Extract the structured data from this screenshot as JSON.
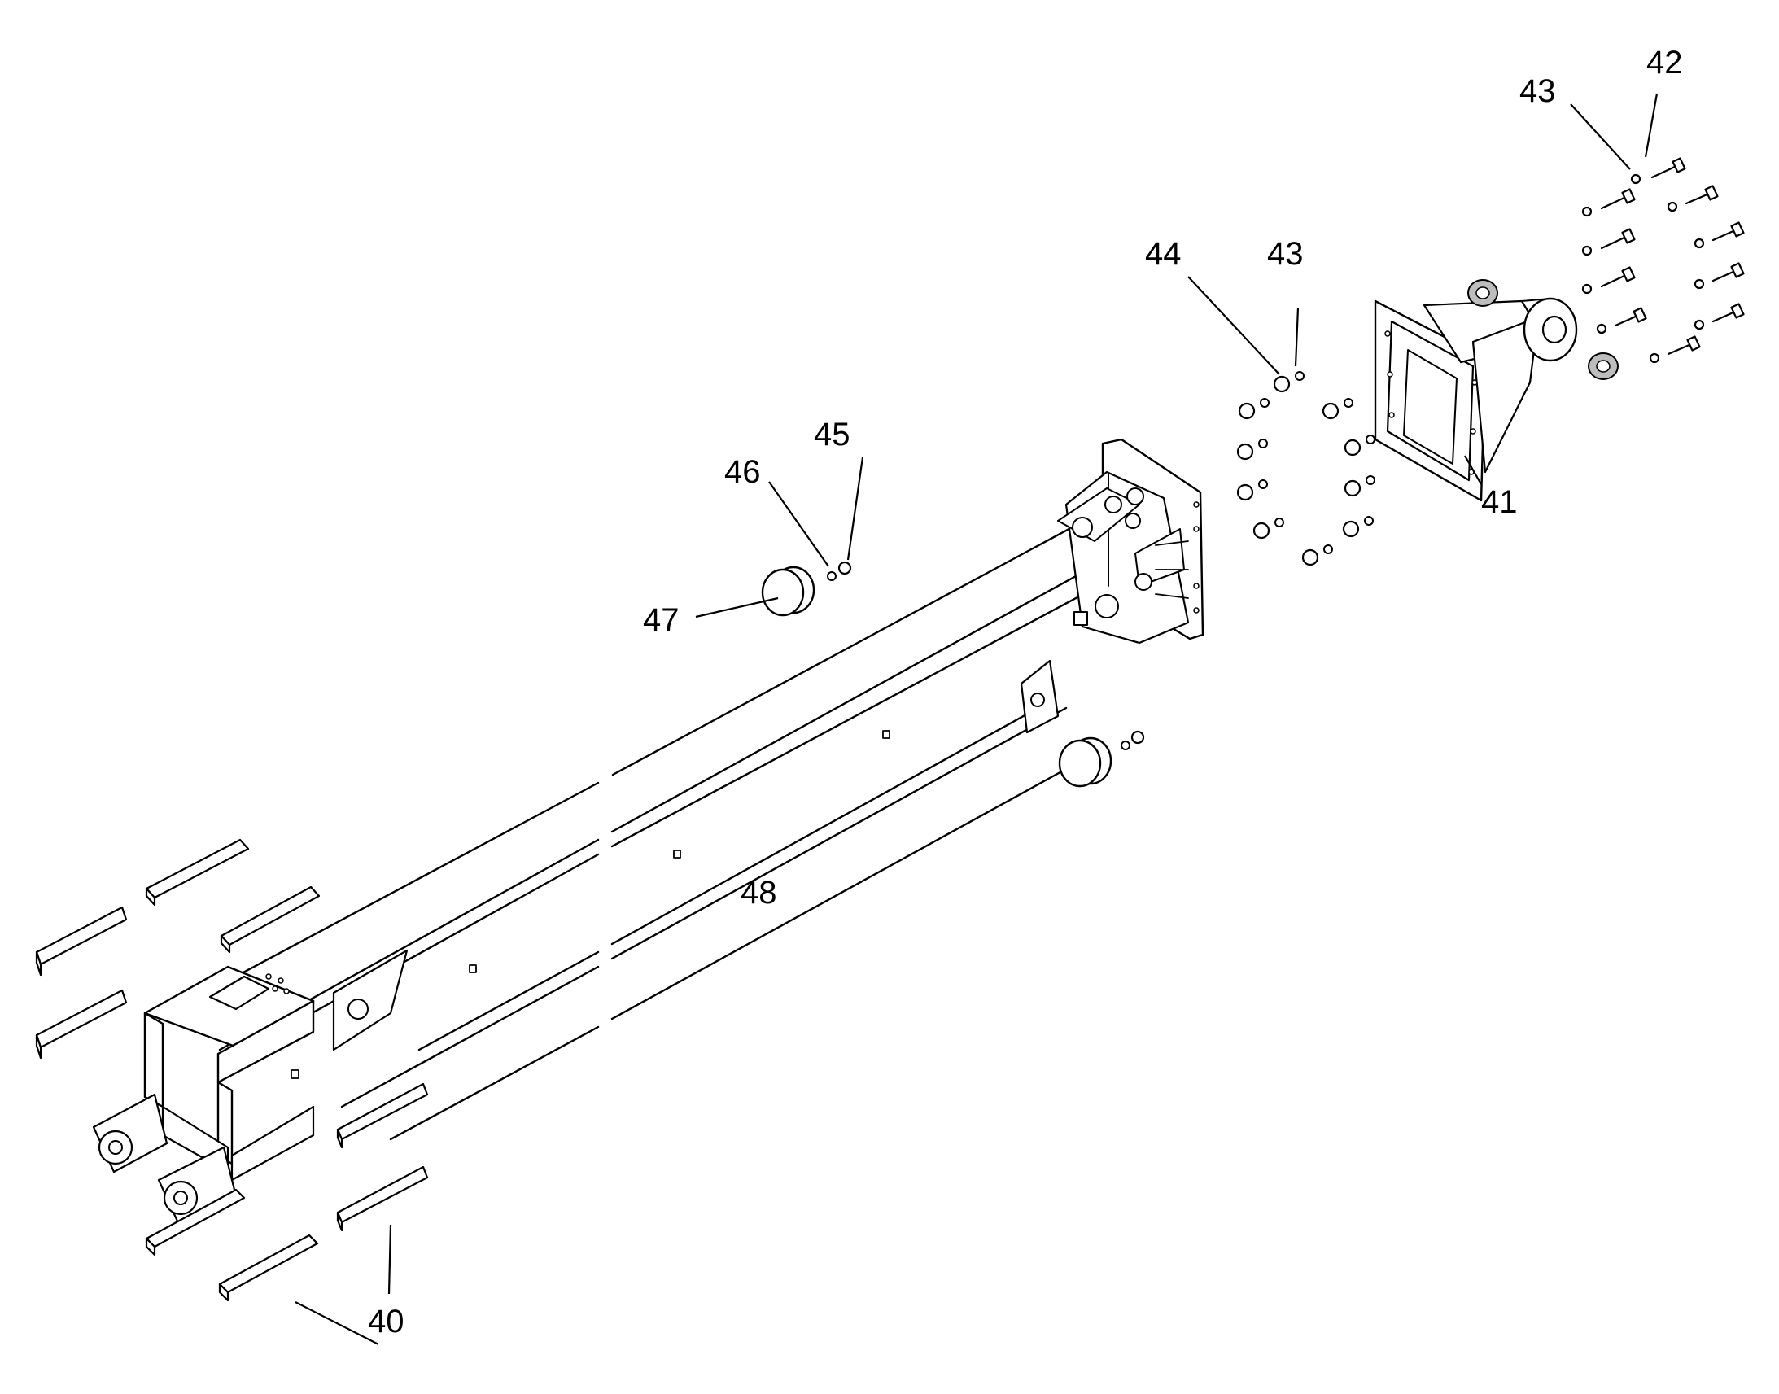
{
  "diagram": {
    "callouts": [
      {
        "id": "c40",
        "label": "40"
      },
      {
        "id": "c41",
        "label": "41"
      },
      {
        "id": "c42",
        "label": "42"
      },
      {
        "id": "c43a",
        "label": "43"
      },
      {
        "id": "c43b",
        "label": "43"
      },
      {
        "id": "c44",
        "label": "44"
      },
      {
        "id": "c45",
        "label": "45"
      },
      {
        "id": "c46",
        "label": "46"
      },
      {
        "id": "c47",
        "label": "47"
      },
      {
        "id": "c48",
        "label": "48"
      }
    ]
  },
  "colors": {
    "line": "#000000",
    "background": "#ffffff",
    "washer_shade": "#bdbdbd"
  }
}
